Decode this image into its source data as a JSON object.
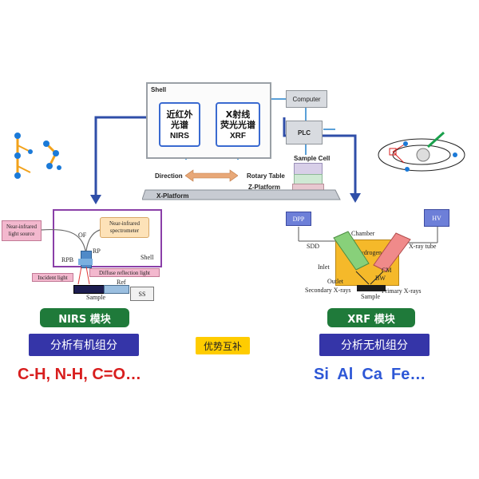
{
  "diagram": {
    "shell_label": "Shell",
    "nirs_module": {
      "cn": "近红外\n光谱",
      "en": "NIRS"
    },
    "xrf_module": {
      "cn": "X射线\n荧光光谱",
      "en": "XRF"
    },
    "computer_label": "Computer",
    "plc_label": "PLC",
    "sample_cell_label": "Sample Cell",
    "direction_label": "Direction",
    "rotary_table_label": "Rotary Table",
    "z_platform_label": "Z-Platform",
    "x_platform_label": "X-Platform"
  },
  "nirs_detail": {
    "light_source": "Near-infrared\nlight source",
    "spectrometer": "Near-infrared\nspectrometer",
    "of": "OF",
    "rp": "RP",
    "rpb": "RPB",
    "shell": "Shell",
    "diffuse": "Diffuse reflection light",
    "incident": "Incident light",
    "ref": "Ref",
    "ss": "SS",
    "sample": "Sample"
  },
  "xrf_detail": {
    "dpp": "DPP",
    "hv": "HV",
    "chamber": "Chamber",
    "sdd": "SDD",
    "hydrogen": "Hydrogen",
    "xray_tube": "X-ray tube",
    "inlet": "Inlet",
    "cm": "CM",
    "bw": "BW",
    "outlet": "Outlet",
    "secondary": "Secondary X-rays",
    "primary": "Primary X-rays",
    "sample": "Sample"
  },
  "bottom": {
    "nirs_badge": "NIRS 模块",
    "xrf_badge": "XRF 模块",
    "left_banner": "分析有机组分",
    "right_banner": "分析无机组分",
    "center": "优势互补",
    "left_bonds": "C-H, N-H, C=O…",
    "right_elements": "Si  Al  Ca  Fe…"
  },
  "colors": {
    "accent_blue": "#2d57d6",
    "bond_red": "#d81e1e",
    "badge_green": "#1f7a3a",
    "banner_blue": "#3535a8",
    "highlight_yellow": "#ffcc00"
  }
}
